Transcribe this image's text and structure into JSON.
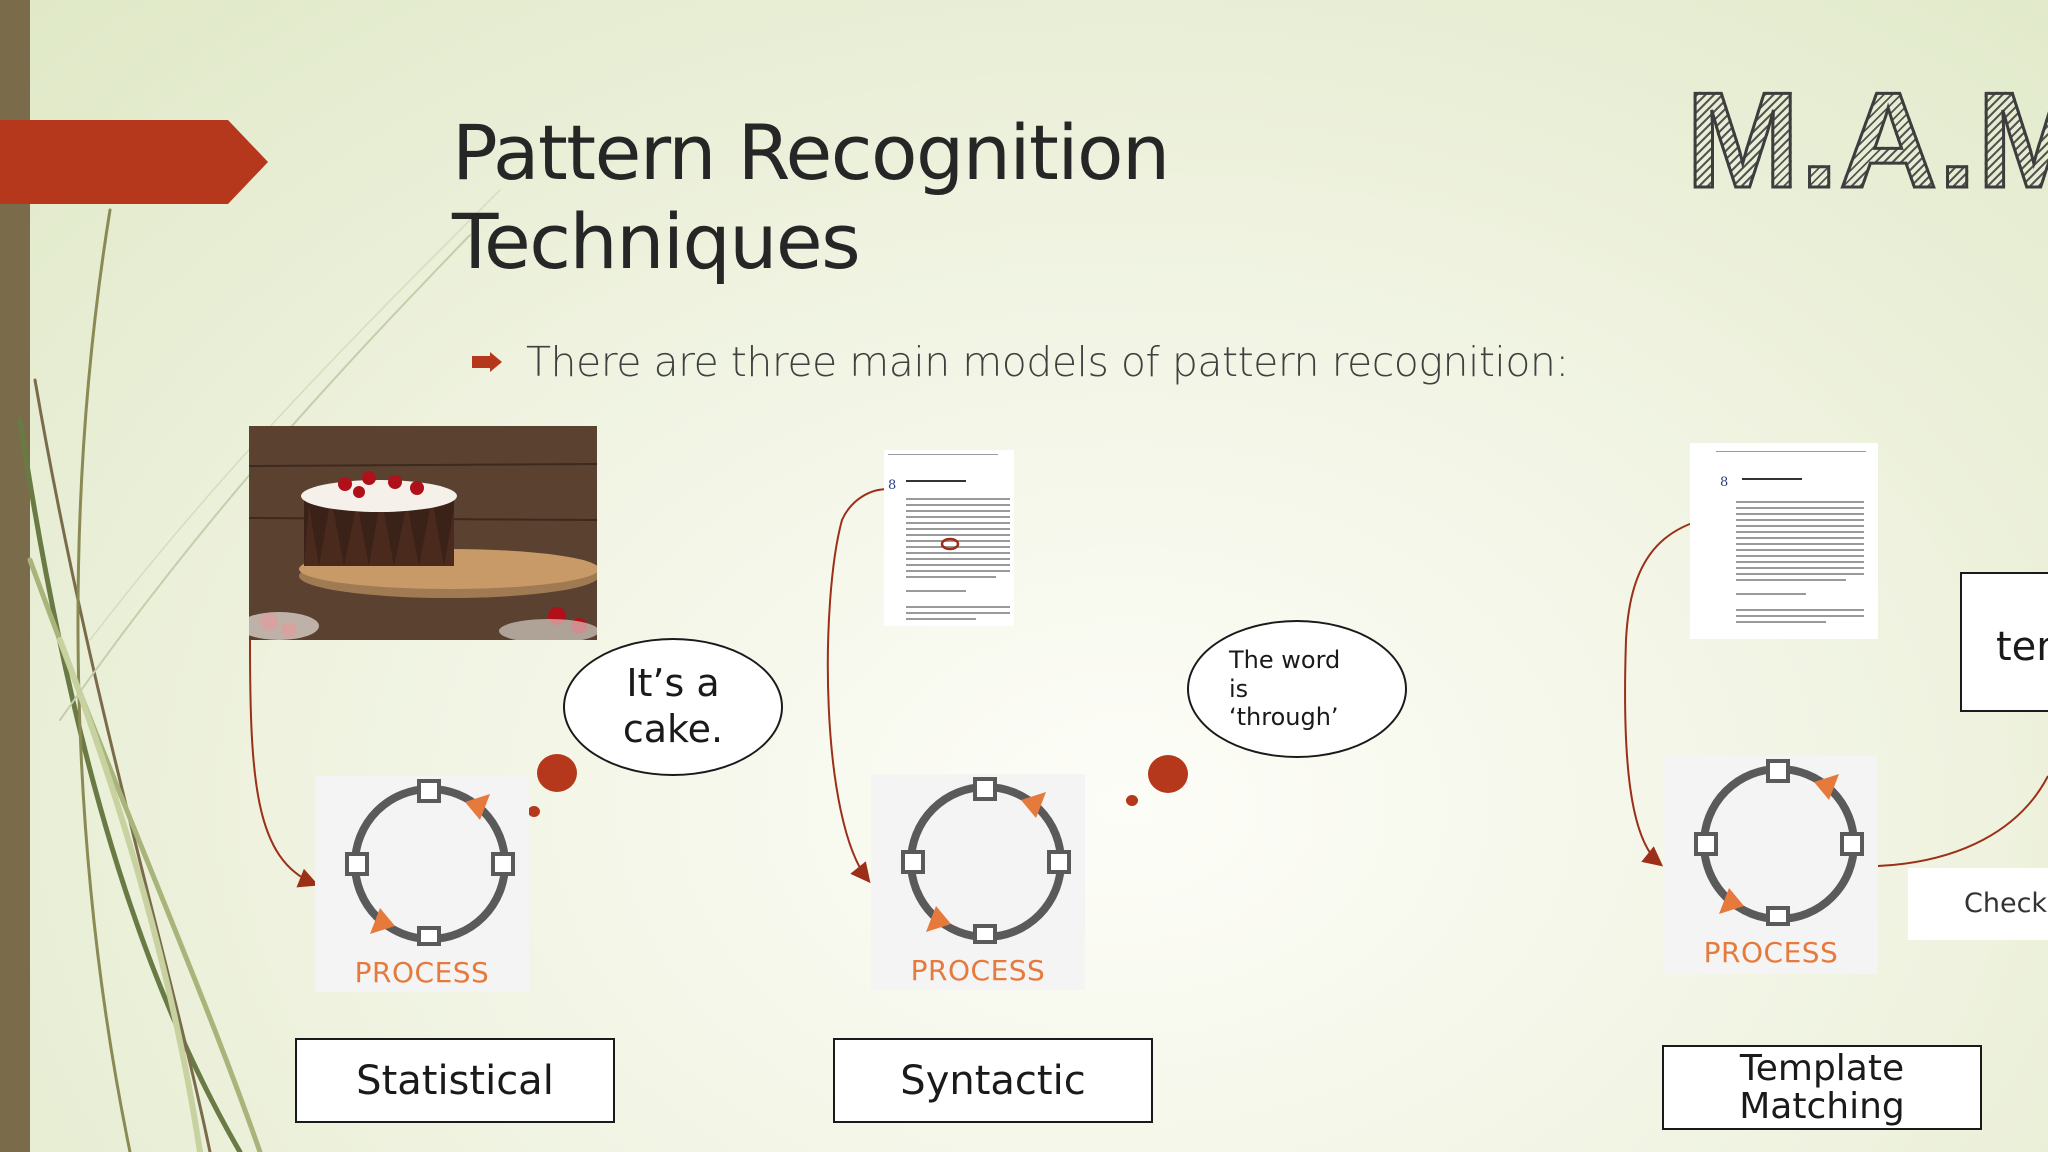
{
  "slide": {
    "title": "Pattern Recognition Techniques",
    "logo": "M.A.M",
    "bullet": "There are three main models of pattern recognition:",
    "colors": {
      "accent": "#b5381d",
      "process_orange": "#e57a3c",
      "left_bar": "#7a6c4a",
      "title_text": "#262626"
    }
  },
  "columns": [
    {
      "bubble": "It’s a cake.",
      "process_label": "PROCESS",
      "label": "Statistical"
    },
    {
      "bubble": "The word is ‘through’",
      "process_label": "PROCESS",
      "label": "Syntactic"
    },
    {
      "process_label": "PROCESS",
      "label": "Template Matching"
    }
  ],
  "offscreen": {
    "box_text": "tem",
    "check_text": "Check w"
  },
  "icons": {
    "bullet": "arrow-bullet-icon",
    "process": "process-cycle-icon",
    "photo": "cake-photo"
  }
}
